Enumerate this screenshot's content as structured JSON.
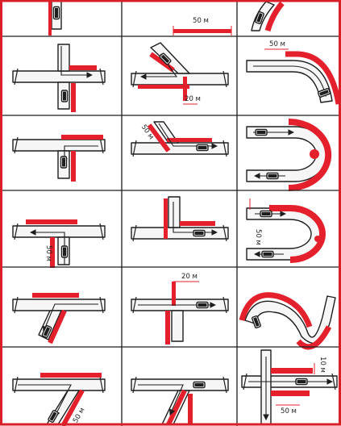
{
  "colors": {
    "accent_red": "#e3202b",
    "frame_red": "#d91f28",
    "road_outline": "#1e1e1e",
    "road_fill": "#f6f6f6",
    "vehicle": "#1e1e1e",
    "paper": "#ffffff"
  },
  "grid": {
    "rows": 6,
    "columns": 3
  },
  "labels": {
    "r0c1": "50",
    "r1c1": "20",
    "r1c2": "50",
    "r2c1": "50",
    "r3c0": "50",
    "r3c2": "50",
    "r4c1": "20",
    "r5c0": "50",
    "r5c2_top": "10",
    "r5c2_bottom": "50"
  },
  "label_unit": "м"
}
